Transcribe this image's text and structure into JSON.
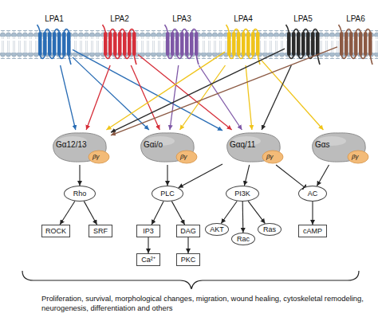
{
  "diagram": {
    "nodes": [
      {
        "text": [
          "LPA1"
        ]
      },
      {
        "text": [
          "LPA2"
        ]
      },
      {
        "text": [
          "LPA3"
        ]
      },
      {
        "text": [
          "LPA4"
        ]
      },
      {
        "text": [
          "LPA5"
        ]
      },
      {
        "text": [
          "LPA6"
        ]
      },
      {
        "text": [
          "Gα12/13",
          "βγ"
        ]
      },
      {
        "text": [
          "Gαi/o",
          "βγ"
        ]
      },
      {
        "text": [
          "Gαq/11",
          "βγ"
        ]
      },
      {
        "text": [
          "Gαs",
          "βγ"
        ]
      },
      {
        "text": [
          "Rho"
        ]
      },
      {
        "text": [
          "PLC"
        ]
      },
      {
        "text": [
          "PI3K"
        ]
      },
      {
        "text": [
          "AC"
        ]
      },
      {
        "text": [
          "ROCK"
        ]
      },
      {
        "text": [
          "SRF"
        ]
      },
      {
        "text": [
          "IP3"
        ]
      },
      {
        "text": [
          "DAG"
        ]
      },
      {
        "text": [
          "AKT"
        ]
      },
      {
        "text": [
          "Rac"
        ]
      },
      {
        "text": [
          "Ras"
        ]
      },
      {
        "text": [
          "cAMP"
        ]
      },
      {
        "text": [
          "Ca²⁺"
        ]
      },
      {
        "text": [
          "PKC"
        ]
      }
    ],
    "edges": [
      {
        "from": 0,
        "to": 6,
        "arrow": "to"
      },
      {
        "from": 0,
        "to": 7,
        "arrow": "to"
      },
      {
        "from": 0,
        "to": 8,
        "arrow": "to"
      },
      {
        "from": 1,
        "to": 6,
        "arrow": "to"
      },
      {
        "from": 1,
        "to": 7,
        "arrow": "to"
      },
      {
        "from": 1,
        "to": 8,
        "arrow": "to"
      },
      {
        "from": 2,
        "to": 7,
        "arrow": "to"
      },
      {
        "from": 2,
        "to": 8,
        "arrow": "to"
      },
      {
        "from": 3,
        "to": 6,
        "arrow": "to"
      },
      {
        "from": 3,
        "to": 7,
        "arrow": "to"
      },
      {
        "from": 3,
        "to": 8,
        "arrow": "to"
      },
      {
        "from": 3,
        "to": 9,
        "arrow": "to"
      },
      {
        "from": 4,
        "to": 6,
        "arrow": "to"
      },
      {
        "from": 4,
        "to": 8,
        "arrow": "to"
      },
      {
        "from": 5,
        "to": 6,
        "arrow": "to"
      },
      {
        "from": 6,
        "to": 10,
        "arrow": "to"
      },
      {
        "from": 7,
        "to": 11,
        "arrow": "to"
      },
      {
        "from": 8,
        "to": 11,
        "arrow": "to"
      },
      {
        "from": 8,
        "to": 12,
        "arrow": "to"
      },
      {
        "from": 8,
        "to": 13,
        "arrow": "to"
      },
      {
        "from": 9,
        "to": 13,
        "arrow": "to"
      },
      {
        "from": 10,
        "to": 14,
        "arrow": "to"
      },
      {
        "from": 10,
        "to": 15,
        "arrow": "to"
      },
      {
        "from": 11,
        "to": 16,
        "arrow": "to"
      },
      {
        "from": 11,
        "to": 17,
        "arrow": "to"
      },
      {
        "from": 16,
        "to": 22,
        "arrow": "to"
      },
      {
        "from": 17,
        "to": 23,
        "arrow": "to"
      },
      {
        "from": 12,
        "to": 18,
        "arrow": "to"
      },
      {
        "from": 12,
        "to": 19,
        "arrow": "to"
      },
      {
        "from": 12,
        "to": 20,
        "arrow": "to"
      },
      {
        "from": 13,
        "to": 21,
        "arrow": "to"
      }
    ],
    "labels": [
      "Proliferation, survival, morphological changes, migration, wound healing, cytoskeletal remodeling, neurogenesis, differentiation and others"
    ]
  }
}
